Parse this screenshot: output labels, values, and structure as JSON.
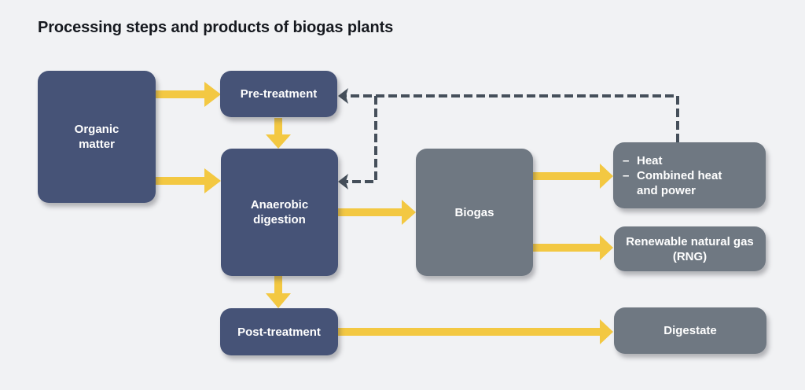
{
  "title": "Processing steps and products of biogas plants",
  "colors": {
    "background": "#f1f2f4",
    "primary_node": "#465377",
    "secondary_node": "#6f7882",
    "flow_arrow": "#f3c842",
    "feedback_arrow": "#454f5a",
    "title_text": "#16191f",
    "node_text": "#ffffff"
  },
  "nodes": {
    "organic_matter": {
      "label": "Organic\nmatter"
    },
    "pre_treatment": {
      "label": "Pre-treatment"
    },
    "anaerobic_digestion": {
      "label": "Anaerobic\ndigestion"
    },
    "post_treatment": {
      "label": "Post-treatment"
    },
    "biogas": {
      "label": "Biogas"
    },
    "heat_chp": {
      "bullet_marker": "–",
      "items": [
        "Heat",
        "Combined heat\nand power"
      ]
    },
    "rng": {
      "label": "Renewable natural gas\n(RNG)"
    },
    "digestate": {
      "label": "Digestate"
    }
  },
  "edges": [
    {
      "from": "Organic matter",
      "to": "Pre-treatment",
      "style": "solid-yellow"
    },
    {
      "from": "Organic matter",
      "to": "Anaerobic digestion",
      "style": "solid-yellow"
    },
    {
      "from": "Pre-treatment",
      "to": "Anaerobic digestion",
      "style": "solid-yellow"
    },
    {
      "from": "Anaerobic digestion",
      "to": "Biogas",
      "style": "solid-yellow"
    },
    {
      "from": "Anaerobic digestion",
      "to": "Post-treatment",
      "style": "solid-yellow"
    },
    {
      "from": "Biogas",
      "to": "Heat / Combined heat and power",
      "style": "solid-yellow"
    },
    {
      "from": "Biogas",
      "to": "Renewable natural gas (RNG)",
      "style": "solid-yellow"
    },
    {
      "from": "Post-treatment",
      "to": "Digestate",
      "style": "solid-yellow"
    },
    {
      "from": "Heat / Combined heat and power",
      "to": "Pre-treatment",
      "style": "dashed-dark"
    },
    {
      "from": "Heat / Combined heat and power",
      "to": "Anaerobic digestion",
      "style": "dashed-dark"
    }
  ]
}
